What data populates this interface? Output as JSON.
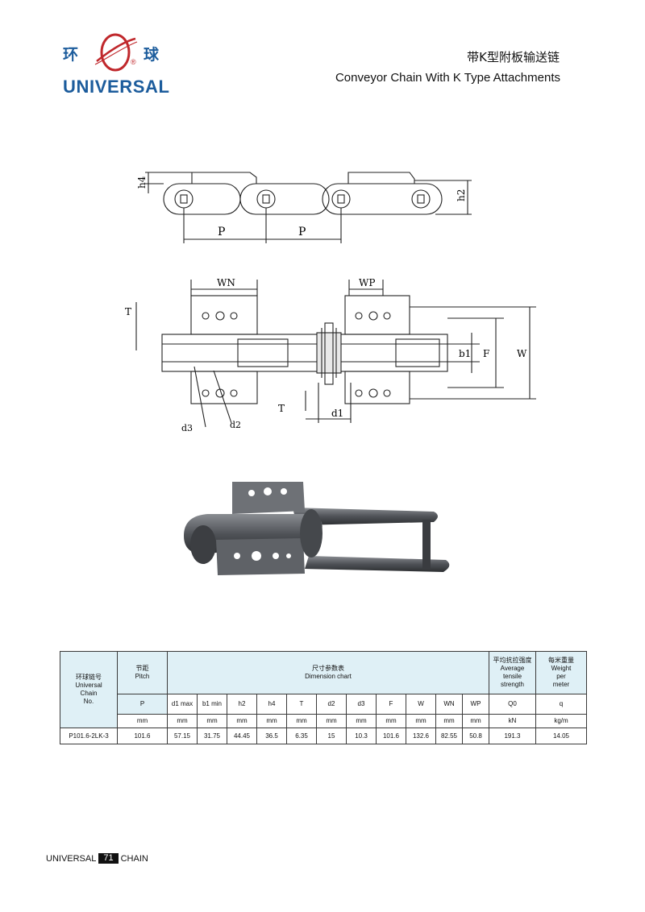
{
  "logo": {
    "cn_left": "环",
    "cn_right": "球",
    "registered": "®",
    "en": "UNIVERSAL"
  },
  "title": {
    "cn": "带K型附板输送链",
    "en": "Conveyor Chain With K Type Attachments"
  },
  "drawing_top_labels": {
    "h4": "h4",
    "h2": "h2",
    "p1": "P",
    "p2": "P"
  },
  "drawing_mid_labels": {
    "wn": "WN",
    "wp": "WP",
    "t_top": "T",
    "t_bottom": "T",
    "b1": "b1",
    "f": "F",
    "w": "W",
    "d3": "d3",
    "d2": "d2",
    "d1": "d1"
  },
  "table": {
    "chain_no_header": [
      "环球链号",
      "Universal",
      "Chain",
      "No."
    ],
    "pitch_header": [
      "节距",
      "Pitch"
    ],
    "dimension_header": [
      "尺寸参数表",
      "Dimension  chart"
    ],
    "strength_header": [
      "平均抗拉强度",
      "Average",
      "tensile",
      "strength"
    ],
    "weight_header": [
      "每米重量",
      "Weight",
      "per",
      "meter"
    ],
    "symbols": [
      "P",
      "d1 max",
      "b1 min",
      "h2",
      "h4",
      "T",
      "d2",
      "d3",
      "F",
      "W",
      "WN",
      "WP",
      "Q0",
      "q"
    ],
    "units": [
      "mm",
      "mm",
      "mm",
      "mm",
      "mm",
      "mm",
      "mm",
      "mm",
      "mm",
      "mm",
      "mm",
      "mm",
      "kN",
      "kg/m"
    ],
    "rows": [
      [
        "P101.6-2LK-3",
        "101.6",
        "57.15",
        "31.75",
        "44.45",
        "36.5",
        "6.35",
        "15",
        "10.3",
        "101.6",
        "132.6",
        "82.55",
        "50.8",
        "191.3",
        "14.05"
      ]
    ]
  },
  "footer": {
    "left": "UNIVERSAL",
    "page": "71",
    "right": "CHAIN"
  }
}
